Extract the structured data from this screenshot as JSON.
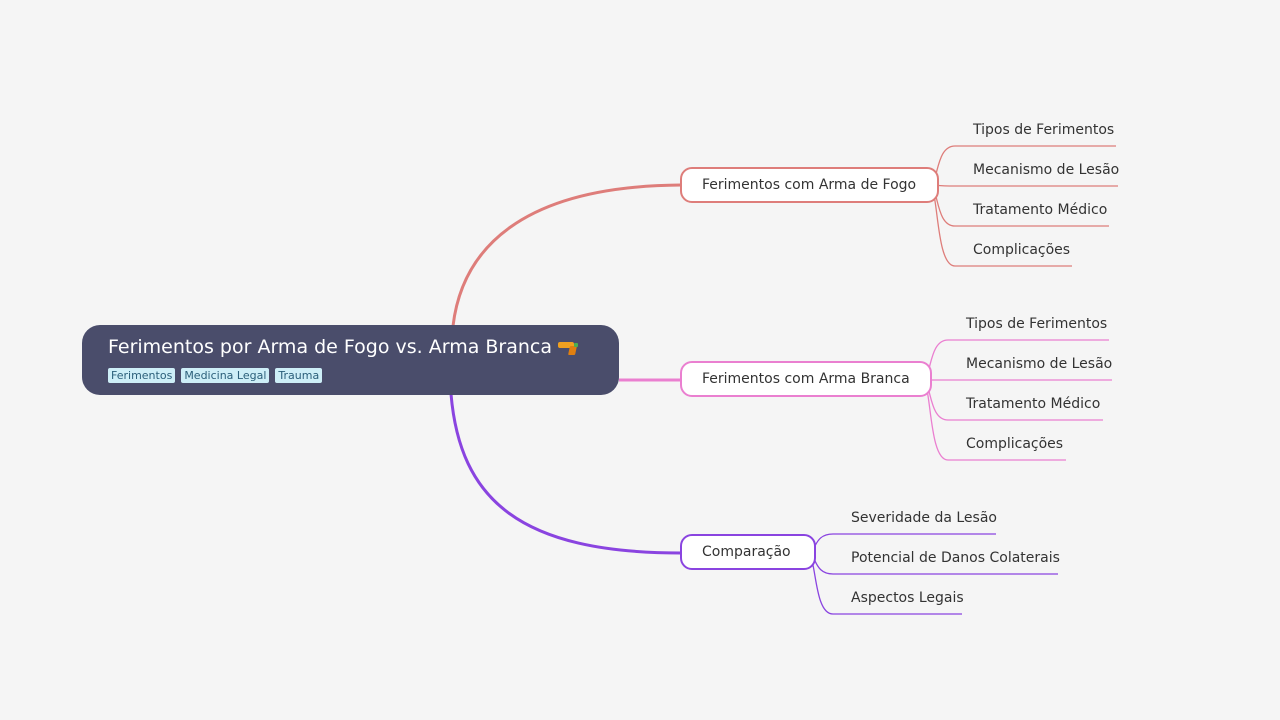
{
  "root": {
    "title": "Ferimentos por Arma de Fogo vs. Arma Branca",
    "emoji_icon": "water-pistol-icon",
    "tags": [
      "Ferimentos",
      "Medicina Legal",
      "Trauma"
    ],
    "fill_color": "#4a4d6b"
  },
  "branches": [
    {
      "label": "Ferimentos com Arma de Fogo",
      "color": "#de7d7a",
      "children": [
        "Tipos de Ferimentos",
        "Mecanismo de Lesão",
        "Tratamento Médico",
        "Complicações"
      ]
    },
    {
      "label": "Ferimentos com Arma Branca",
      "color": "#ea7fd0",
      "children": [
        "Tipos de Ferimentos",
        "Mecanismo de Lesão",
        "Tratamento Médico",
        "Complicações"
      ]
    },
    {
      "label": "Comparação",
      "color": "#8a44e0",
      "children": [
        "Severidade da Lesão",
        "Potencial de Danos Colaterais",
        "Aspectos Legais"
      ]
    }
  ]
}
